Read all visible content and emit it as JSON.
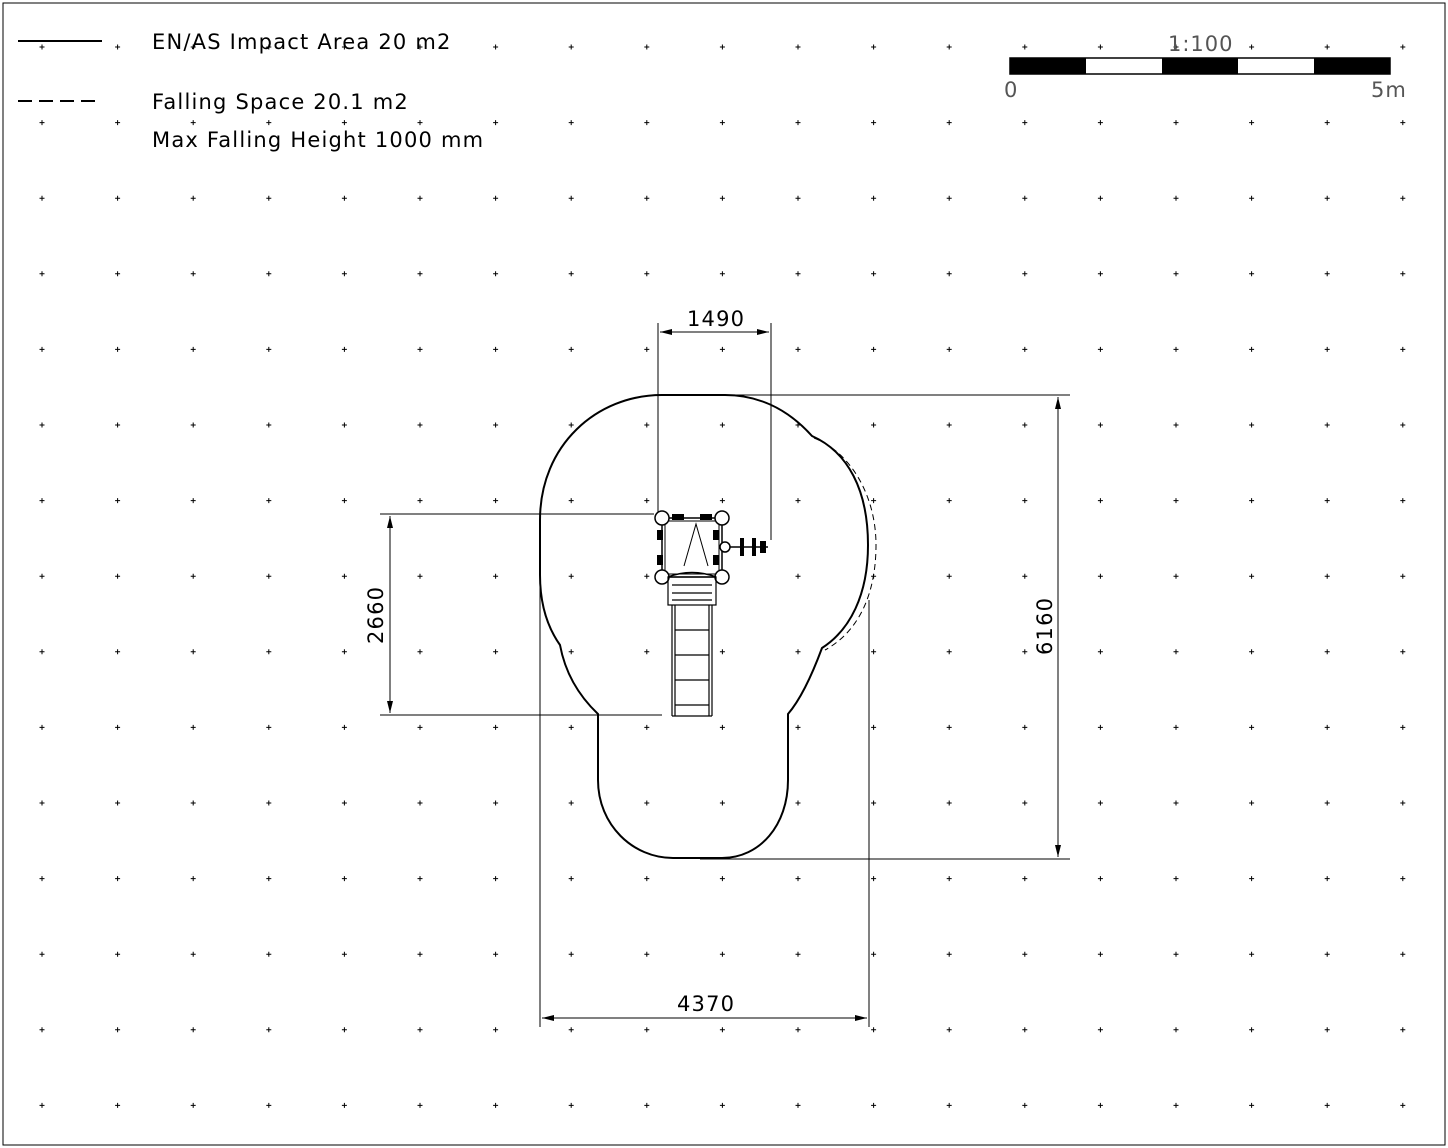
{
  "legend": {
    "impact_area": "EN/AS Impact Area 20 m2",
    "falling_space": "Falling Space 20.1 m2",
    "max_falling_height": "Max Falling Height 1000 mm"
  },
  "scale_bar": {
    "ratio": "1:100",
    "start_label": "0",
    "end_label": "5m",
    "segments": 5
  },
  "dimensions": {
    "top_width": "1490",
    "left_height": "2660",
    "right_height": "6160",
    "bottom_width": "4370"
  },
  "colors": {
    "line": "#000000",
    "background": "#ffffff",
    "scale_text": "#555555"
  },
  "icons": [
    "grid-point-icon",
    "arrow-icon",
    "equipment-icon",
    "slide-icon"
  ]
}
